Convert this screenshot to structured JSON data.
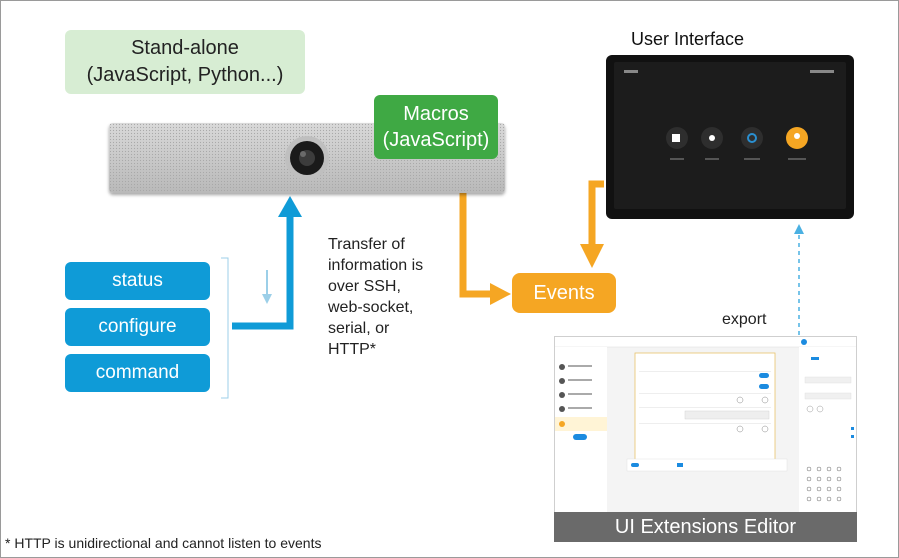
{
  "standalone": {
    "line1": "Stand-alone",
    "line2": "(JavaScript, Python...)"
  },
  "macros": {
    "line1": "Macros",
    "line2": "(JavaScript)"
  },
  "api_buttons": [
    "status",
    "configure",
    "command"
  ],
  "transfer_text": "Transfer of information is over SSH, web-socket, serial, or HTTP*",
  "events_label": "Events",
  "user_interface_label": "User Interface",
  "export_label": "export",
  "editor_label": "UI Extensions Editor",
  "footnote": "* HTTP is unidirectional and cannot listen to events",
  "colors": {
    "blue": "#0f9bd7",
    "orange": "#f5a623",
    "green": "#3fa944",
    "light_green": "#d7edd3",
    "dashed_blue": "#4ab0e2"
  }
}
